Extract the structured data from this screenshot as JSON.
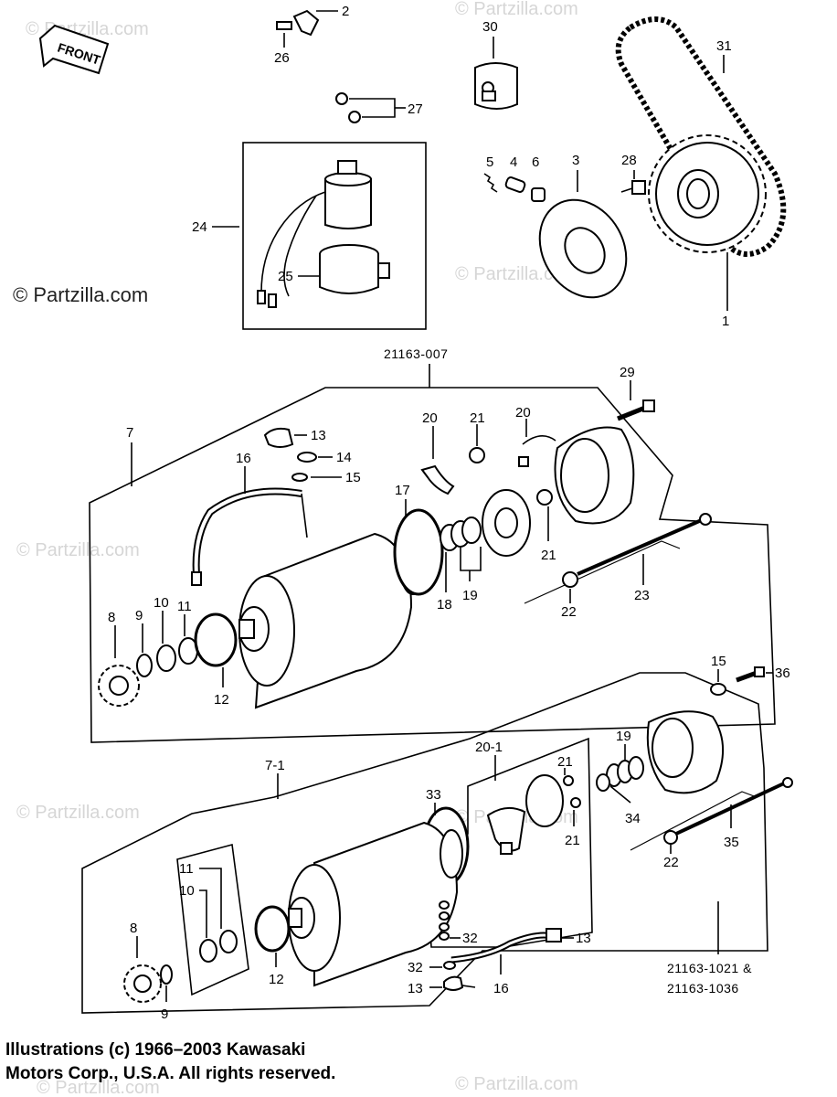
{
  "watermarks": {
    "dark": "© Partzilla.com",
    "light": "© Partzilla.com"
  },
  "front_arrow": "FRONT",
  "assembly_numbers": {
    "starter_a": "21163-007",
    "starter_b_line1": "21163-1021  &",
    "starter_b_line2": "21163-1036"
  },
  "part_labels": {
    "p1": "1",
    "p2": "2",
    "p3": "3",
    "p4": "4",
    "p5": "5",
    "p6": "6",
    "p7": "7",
    "p7_1": "7-1",
    "p8a": "8",
    "p9a": "9",
    "p10a": "10",
    "p11a": "11",
    "p12a": "12",
    "p13a": "13",
    "p14": "14",
    "p15a": "15",
    "p16a": "16",
    "p17": "17",
    "p18": "18",
    "p19a": "19",
    "p20a": "20",
    "p20b": "20",
    "p21a": "21",
    "p21b": "21",
    "p22a": "22",
    "p23": "23",
    "p24": "24",
    "p25": "25",
    "p26": "26",
    "p27": "27",
    "p28": "28",
    "p29": "29",
    "p30": "30",
    "p31": "31",
    "p15b": "15",
    "p36": "36",
    "p19b": "19",
    "p20_1": "20-1",
    "p21c": "21",
    "p21d": "21",
    "p33": "33",
    "p34": "34",
    "p35": "35",
    "p22b": "22",
    "p8b": "8",
    "p9b": "9",
    "p10b": "10",
    "p11b": "11",
    "p12b": "12",
    "p32a": "32",
    "p32b": "32",
    "p13b": "13",
    "p13c": "13",
    "p16b": "16"
  },
  "copyright": {
    "line1": "Illustrations (c) 1966–2003 Kawasaki",
    "line2": "Motors Corp., U.S.A.  All rights reserved."
  }
}
